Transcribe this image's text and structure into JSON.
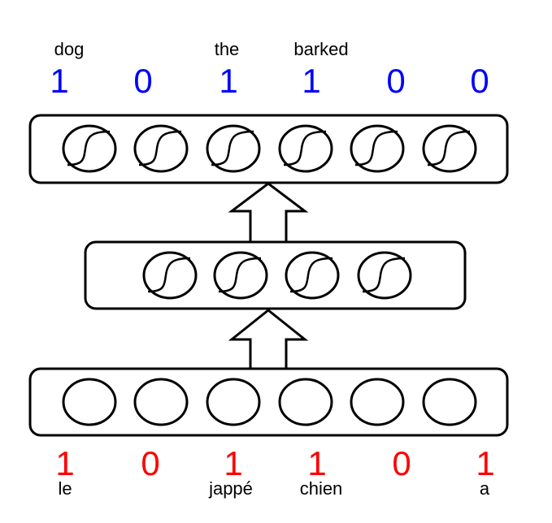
{
  "output": {
    "words": [
      "dog",
      "",
      "the",
      "barked",
      "",
      ""
    ],
    "values": [
      "1",
      "0",
      "1",
      "1",
      "0",
      "0"
    ],
    "color": "#0000ff"
  },
  "input": {
    "words": [
      "le",
      "",
      "jappé",
      "chien",
      "",
      "a"
    ],
    "values": [
      "1",
      "0",
      "1",
      "1",
      "0",
      "1"
    ],
    "color": "#ff0000"
  },
  "layers": {
    "output_units": 6,
    "hidden_units": 4,
    "input_units": 6
  }
}
